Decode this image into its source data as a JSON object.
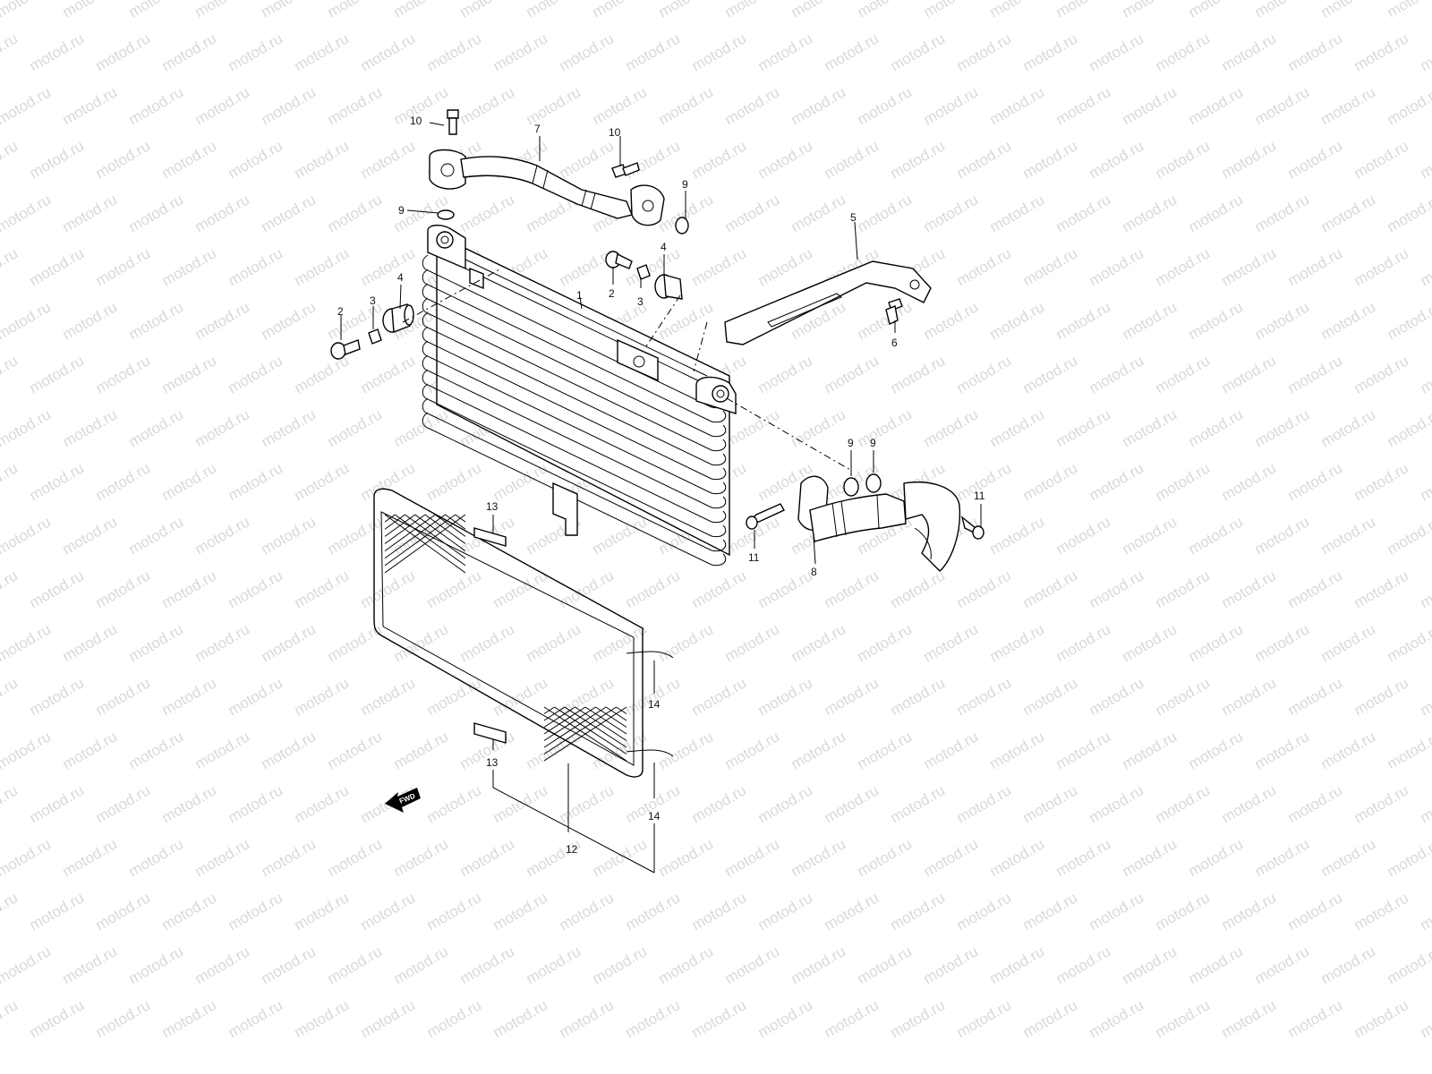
{
  "watermark": "motod.ru",
  "fwd_label": "FWD",
  "labels": {
    "p1": "1",
    "p2a": "2",
    "p2b": "2",
    "p3a": "3",
    "p3b": "3",
    "p4a": "4",
    "p4b": "4",
    "p5": "5",
    "p6": "6",
    "p7": "7",
    "p8": "8",
    "p9a": "9",
    "p9b": "9",
    "p9c": "9",
    "p9d": "9",
    "p10a": "10",
    "p10b": "10",
    "p11a": "11",
    "p11b": "11",
    "p12": "12",
    "p13a": "13",
    "p13b": "13",
    "p14a": "14",
    "p14b": "14"
  },
  "colors": {
    "line": "#000000",
    "watermark": "#d9d9d9",
    "background": "#ffffff"
  }
}
